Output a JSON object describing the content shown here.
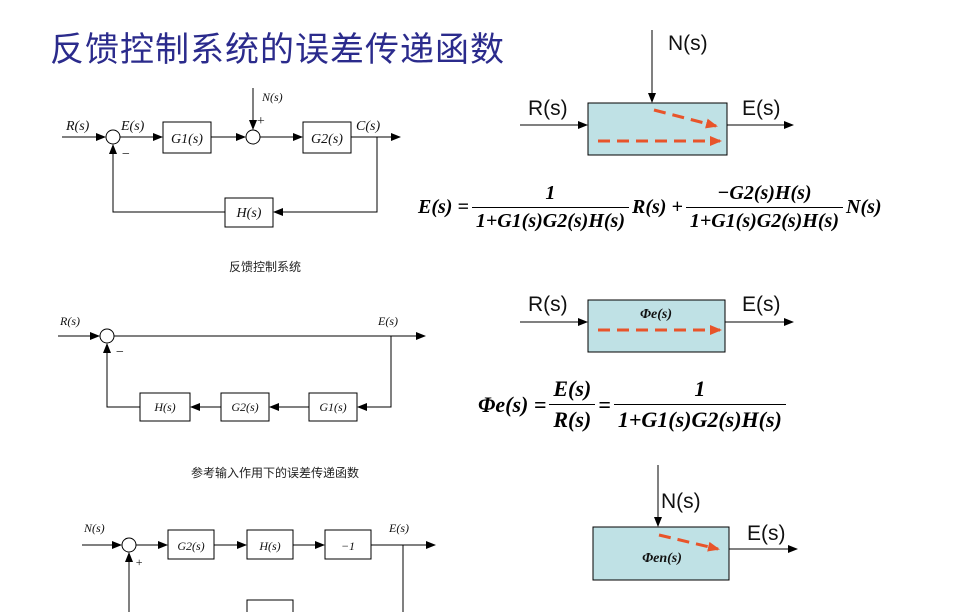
{
  "title": "反馈控制系统的误差传递函数",
  "diagram1": {
    "caption": "反馈控制系统",
    "labels": {
      "r": "R(s)",
      "e": "E(s)",
      "n": "N(s)",
      "c": "C(s)",
      "minus": "−",
      "plus": "+"
    },
    "blocks": {
      "g1": "G1(s)",
      "g2": "G2(s)",
      "h": "H(s)"
    }
  },
  "diagram2": {
    "caption": "参考输入作用下的误差传递函数",
    "labels": {
      "r": "R(s)",
      "e": "E(s)",
      "minus": "−"
    },
    "blocks": {
      "h": "H(s)",
      "g2": "G2(s)",
      "g1": "G1(s)"
    }
  },
  "diagram3": {
    "labels": {
      "n": "N(s)",
      "e": "E(s)",
      "plus": "+"
    },
    "blocks": {
      "g2": "G2(s)",
      "h": "H(s)",
      "neg": "−1"
    }
  },
  "right1": {
    "n": "N(s)",
    "r": "R(s)",
    "e": "E(s)"
  },
  "equation1": {
    "lhs": "E(s) =",
    "frac1_num": "1",
    "frac1_den": "1+G1(s)G2(s)H(s)",
    "mid": "R(s) +",
    "frac2_num": "−G2(s)H(s)",
    "frac2_den": "1+G1(s)G2(s)H(s)",
    "rhs": "N(s)"
  },
  "right2": {
    "r": "R(s)",
    "e": "E(s)",
    "block": "Φe(s)"
  },
  "equation2": {
    "lhs": "Φe(s) =",
    "frac1_num": "E(s)",
    "frac1_den": "R(s)",
    "eq": "=",
    "frac2_num": "1",
    "frac2_den": "1+G1(s)G2(s)H(s)"
  },
  "right3": {
    "n": "N(s)",
    "e": "E(s)",
    "block": "Φen(s)"
  },
  "colors": {
    "title": "#2b2b8c",
    "block_fill": "#bfe1e5",
    "dashed_arrow": "#e8542a"
  }
}
